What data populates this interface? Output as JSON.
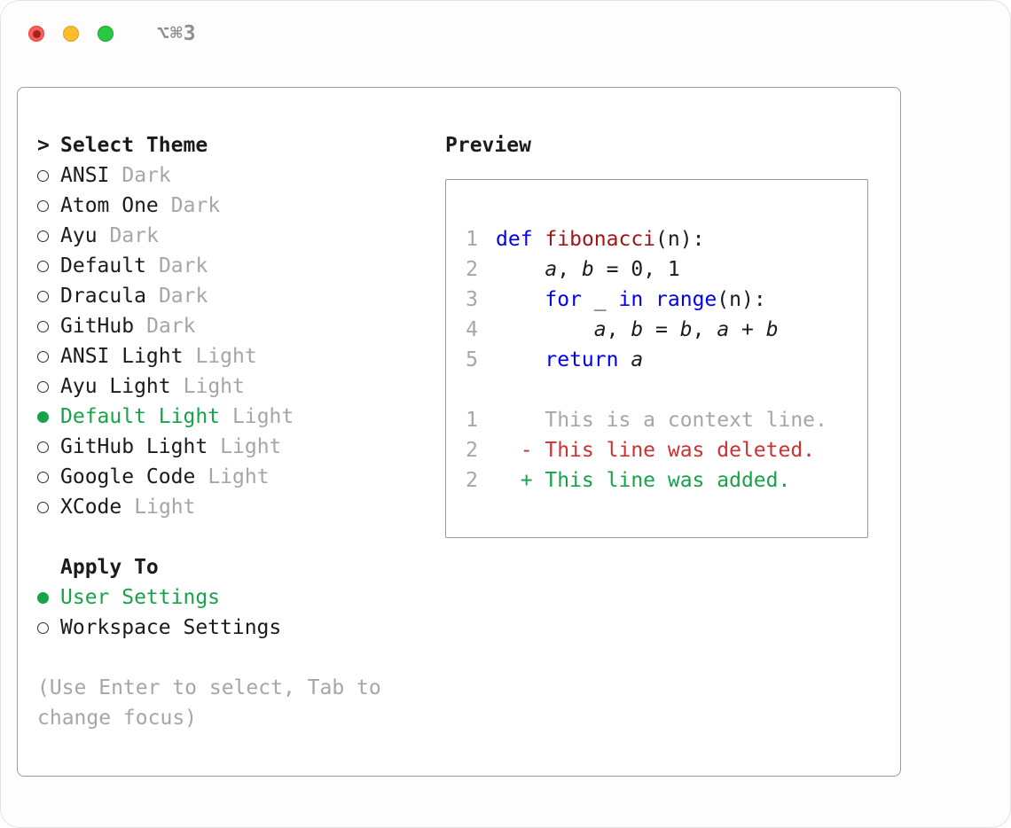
{
  "window": {
    "shortcut": "⌥⌘3"
  },
  "colors": {
    "green": "#17a349",
    "red": "#cd3131",
    "blue": "#0000ee",
    "func": "#a31515",
    "gray": "#a6a6a6",
    "text": "#1b1b1b"
  },
  "theme_selector": {
    "cursor": ">",
    "title": "Select Theme",
    "items": [
      {
        "name": "ANSI",
        "tag": "Dark",
        "selected": false
      },
      {
        "name": "Atom One",
        "tag": "Dark",
        "selected": false
      },
      {
        "name": "Ayu",
        "tag": "Dark",
        "selected": false
      },
      {
        "name": "Default",
        "tag": "Dark",
        "selected": false
      },
      {
        "name": "Dracula",
        "tag": "Dark",
        "selected": false
      },
      {
        "name": "GitHub",
        "tag": "Dark",
        "selected": false
      },
      {
        "name": "ANSI Light",
        "tag": "Light",
        "selected": false
      },
      {
        "name": "Ayu Light",
        "tag": "Light",
        "selected": false
      },
      {
        "name": "Default Light",
        "tag": "Light",
        "selected": true
      },
      {
        "name": "GitHub Light",
        "tag": "Light",
        "selected": false
      },
      {
        "name": "Google Code",
        "tag": "Light",
        "selected": false
      },
      {
        "name": "XCode",
        "tag": "Light",
        "selected": false
      }
    ]
  },
  "apply_to": {
    "title": "Apply To",
    "options": [
      {
        "label": "User Settings",
        "selected": true
      },
      {
        "label": "Workspace Settings",
        "selected": false
      }
    ]
  },
  "hint": [
    "(Use Enter to select, Tab to",
    "change focus)"
  ],
  "preview": {
    "title": "Preview",
    "code_lines": [
      {
        "num": "1",
        "segments": [
          {
            "text": "def",
            "style": "kw"
          },
          {
            "text": " "
          },
          {
            "text": "fibonacci",
            "style": "fn"
          },
          {
            "text": "(n):"
          }
        ]
      },
      {
        "num": "2",
        "segments": [
          {
            "text": "    "
          },
          {
            "text": "a",
            "style": "var"
          },
          {
            "text": ", "
          },
          {
            "text": "b",
            "style": "var"
          },
          {
            "text": " = 0, 1"
          }
        ]
      },
      {
        "num": "3",
        "segments": [
          {
            "text": "    "
          },
          {
            "text": "for",
            "style": "kw"
          },
          {
            "text": " _ "
          },
          {
            "text": "in",
            "style": "kw"
          },
          {
            "text": " "
          },
          {
            "text": "range",
            "style": "kw"
          },
          {
            "text": "(n):"
          }
        ]
      },
      {
        "num": "4",
        "segments": [
          {
            "text": "        "
          },
          {
            "text": "a",
            "style": "var"
          },
          {
            "text": ", "
          },
          {
            "text": "b",
            "style": "var"
          },
          {
            "text": " = "
          },
          {
            "text": "b",
            "style": "var"
          },
          {
            "text": ", "
          },
          {
            "text": "a",
            "style": "var"
          },
          {
            "text": " + "
          },
          {
            "text": "b",
            "style": "var"
          }
        ]
      },
      {
        "num": "5",
        "segments": [
          {
            "text": "    "
          },
          {
            "text": "return",
            "style": "kw"
          },
          {
            "text": " "
          },
          {
            "text": "a",
            "style": "var"
          }
        ]
      }
    ],
    "diff_lines": [
      {
        "num": "1",
        "text": "    This is a context line.",
        "kind": "context"
      },
      {
        "num": "2",
        "text": "  - This line was deleted.",
        "kind": "deleted"
      },
      {
        "num": "2",
        "text": "  + This line was added.",
        "kind": "added"
      }
    ]
  }
}
